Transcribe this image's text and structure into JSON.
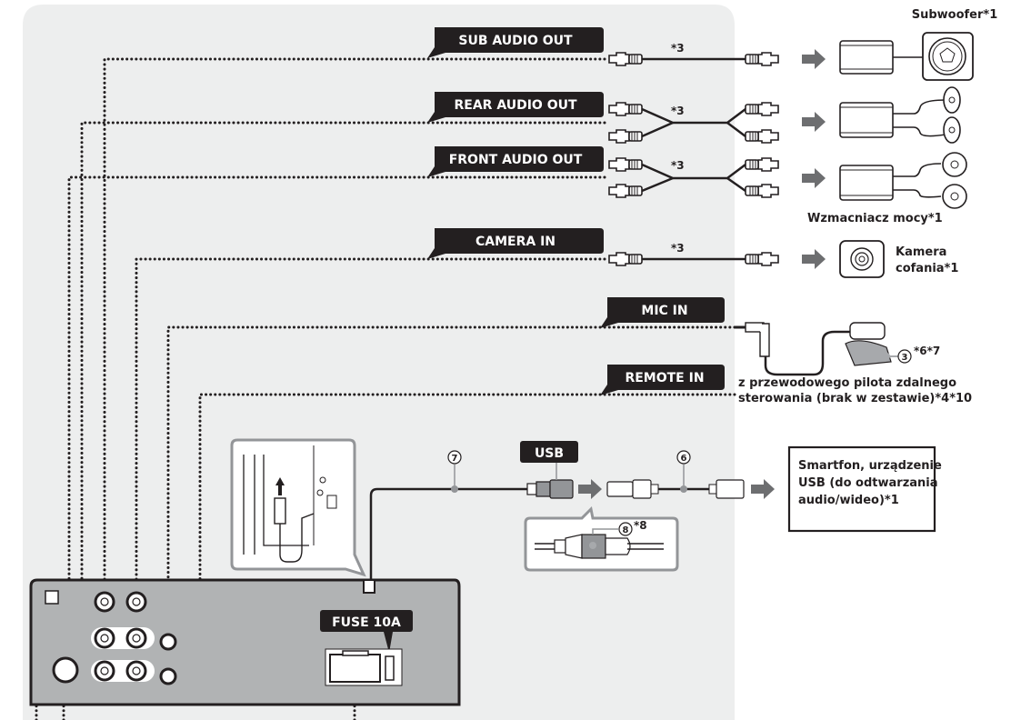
{
  "labels": {
    "sub_audio_out": "SUB AUDIO OUT",
    "rear_audio_out": "REAR AUDIO OUT",
    "front_audio_out": "FRONT AUDIO OUT",
    "camera_in": "CAMERA IN",
    "mic_in": "MIC IN",
    "remote_in": "REMOTE IN",
    "usb": "USB",
    "fuse": "FUSE 10A"
  },
  "notes": {
    "sub_cable": "*3",
    "rear_cable": "*3",
    "front_cable": "*3",
    "camera_cable": "*3",
    "part7": "7",
    "part6": "6",
    "part8": "8",
    "part8_note": "*8",
    "part3": "3",
    "part3_note": "*6*7"
  },
  "devices": {
    "subwoofer": "Subwoofer*1",
    "amplifier": "Wzmacniacz mocy*1",
    "camera_line1": "Kamera",
    "camera_line2": "cofania*1",
    "remote_line1": "z przewodowego pilota zdalnego",
    "remote_line2": "sterowania (brak w zestawie)*4*10",
    "smartphone_line1": "Smartfon, urządzenie",
    "smartphone_line2": "USB (do odtwarzania",
    "smartphone_line3": "audio/wideo)*1"
  },
  "colors": {
    "panel": "#edeeee",
    "label_bg": "#231f20",
    "unit": "#b1b3b4",
    "arrow": "#6d6e70"
  }
}
